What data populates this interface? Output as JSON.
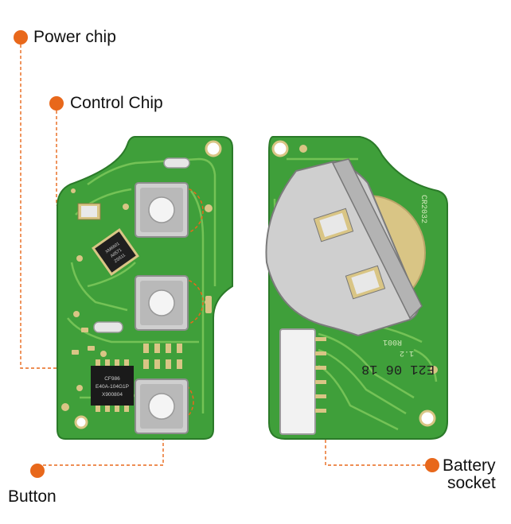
{
  "labels": {
    "power_chip": "Power chip",
    "control_chip": "Control Chip",
    "button": "Button",
    "battery_socket_line1": "Battery",
    "battery_socket_line2": "socket"
  },
  "chip_text": {
    "control": [
      "XM6601",
      "A0571",
      "ZS511"
    ],
    "power": [
      "CF986",
      "E40A-104G1P",
      "X900804"
    ],
    "pcb_marks": [
      "E21 06 18",
      "CR2032",
      "R001",
      "1.2"
    ]
  },
  "colors": {
    "accent": "#e8681b",
    "pcb_green": "#3fa33a",
    "pcb_light": "#7cc25a",
    "pad_gold": "#d9c585",
    "metal": "#c8c8c8"
  }
}
